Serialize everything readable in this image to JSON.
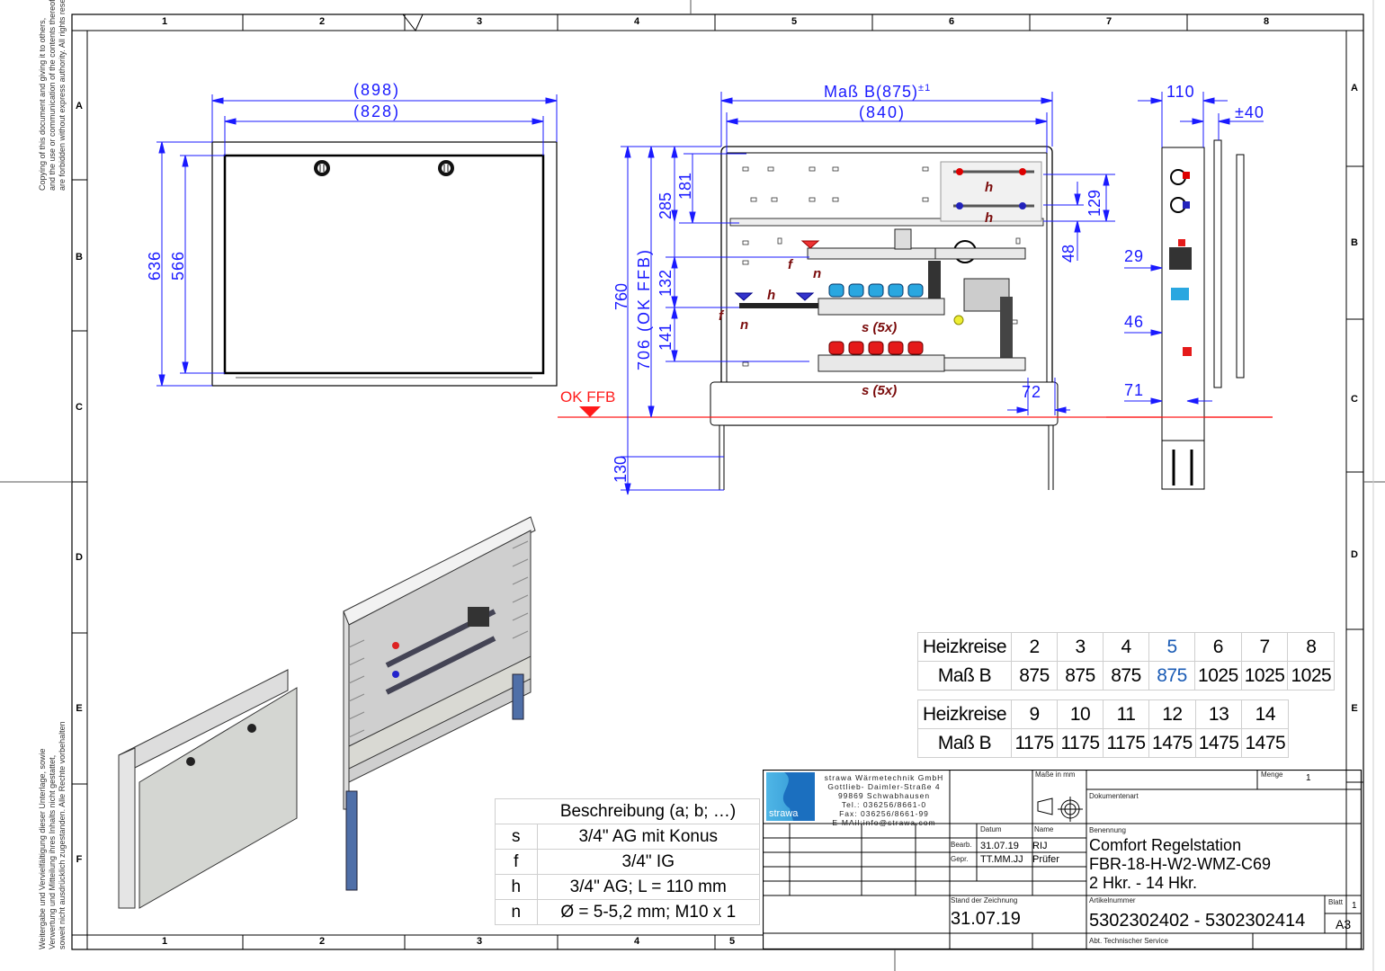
{
  "sheet": {
    "zones_columns": [
      "1",
      "2",
      "3",
      "4",
      "5",
      "6",
      "7",
      "8"
    ],
    "zones_rows": [
      "A",
      "B",
      "C",
      "D",
      "E",
      "F"
    ],
    "copyright_en": [
      "Copying of this document and giving it to others,",
      "and the use or communication of the contents thereof,",
      "are forbidden without express authority. All rights reserved."
    ],
    "copyright_de": [
      "Weitergabe und Vervielfältigung dieser Unterlage, sowie",
      "Verwertung und Mitteilung ihres Inhalts nicht gestattet,",
      "soweit nicht ausdrücklich zugestanden. Alle Rechte vorbehalten"
    ]
  },
  "front_cover_view": {
    "dim_outer_width": "(898)",
    "dim_inner_width": "(828)",
    "dim_outer_height": "636",
    "dim_inner_height": "566"
  },
  "front_open_view": {
    "dim_mass_b": "Maß B(875)",
    "dim_mass_b_tol": "±1",
    "dim_inner_width": "(840)",
    "dim_760": "760",
    "dim_706": "706 (OK FFB)",
    "dim_285": "285",
    "dim_181": "181",
    "dim_132": "132",
    "dim_141": "141",
    "dim_130": "130",
    "dim_129": "129",
    "dim_48": "48",
    "dim_72": "72",
    "floor_label": "OK FFB",
    "callouts": {
      "h": "h",
      "f": "f",
      "n": "n",
      "s5": "s (5x)"
    }
  },
  "side_view": {
    "dim_110": "110",
    "dim_pm40": "±40",
    "dim_29": "29",
    "dim_46": "46",
    "dim_71": "71"
  },
  "heizkreise_table_1": {
    "row_label_1": "Heizkreise",
    "row_label_2": "Maß B",
    "heizkreise": [
      "2",
      "3",
      "4",
      "5",
      "6",
      "7",
      "8"
    ],
    "mass_b": [
      "875",
      "875",
      "875",
      "875",
      "1025",
      "1025",
      "1025"
    ],
    "highlight_index": 3
  },
  "heizkreise_table_2": {
    "row_label_1": "Heizkreise",
    "row_label_2": "Maß B",
    "heizkreise": [
      "9",
      "10",
      "11",
      "12",
      "13",
      "14"
    ],
    "mass_b": [
      "1175",
      "1175",
      "1175",
      "1475",
      "1475",
      "1475"
    ]
  },
  "description_table": {
    "header": "Beschreibung (a; b; …)",
    "rows": [
      {
        "key": "s",
        "value": "3/4\" AG mit Konus"
      },
      {
        "key": "f",
        "value": "3/4\" IG"
      },
      {
        "key": "h",
        "value": "3/4\" AG; L = 110 mm"
      },
      {
        "key": "n",
        "value": "Ø = 5-5,2 mm; M10 x 1"
      }
    ]
  },
  "title_block": {
    "company": [
      "strawa Wärmetechnik GmbH",
      "Gottlieb- Daimler-Straße 4",
      "99869 Schwabhausen",
      "Tel.: 036256/8661-0",
      "Fax: 036256/8661-99",
      "E-MAil:info@strawa.com"
    ],
    "logo_text": "strawa",
    "masse_label": "Maße in mm",
    "menge_label": "Menge",
    "menge_value": "1",
    "dokumentenart_label": "Dokumentenart",
    "datum_label": "Datum",
    "name_label": "Name",
    "bearb_label": "Bearb.",
    "bearb_date": "31.07.19",
    "bearb_name": "RIJ",
    "gepr_label": "Gepr.",
    "gepr_date": "TT.MM.JJ",
    "gepr_name": "Prüfer",
    "benennung_label": "Benennung",
    "benennung": [
      "Comfort Regelstation",
      "FBR-18-H-W2-WMZ-C69",
      "2 Hkr. - 14 Hkr."
    ],
    "stand_label": "Stand der Zeichnung",
    "stand_value": "31.07.19",
    "artikel_label": "Artikelnummer",
    "artikel_value": "5302302402 - 5302302414",
    "blatt_label": "Blatt",
    "blatt_value": "1",
    "format_value": "A3",
    "abteilung": "Abt. Technischer Service"
  },
  "colors": {
    "dimension": "#1a1aff",
    "floor_line": "#ff1a1a",
    "callout": "#7a0b0b",
    "highlight": "#1a5bb5"
  }
}
